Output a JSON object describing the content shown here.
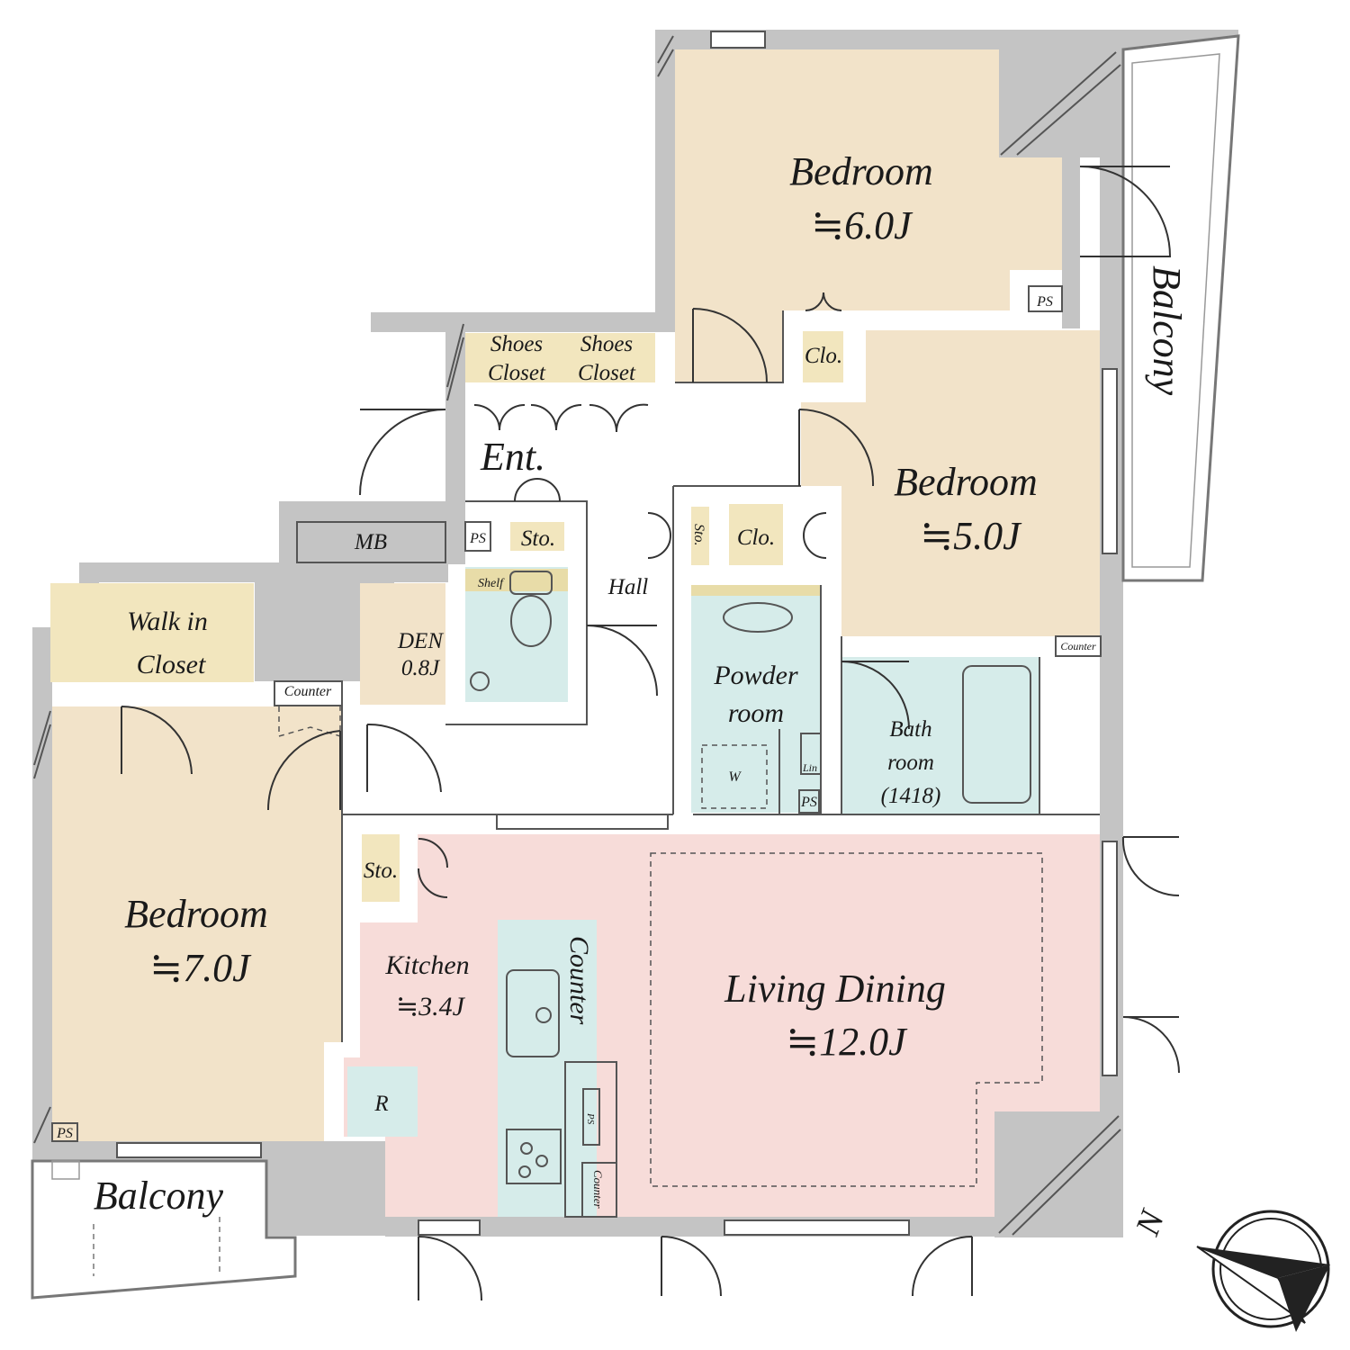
{
  "rooms": {
    "bedroom_ne": {
      "name": "Bedroom",
      "area": "≒6.0J"
    },
    "bedroom_e": {
      "name": "Bedroom",
      "area": "≒5.0J"
    },
    "bedroom_w": {
      "name": "Bedroom",
      "area": "≒7.0J"
    },
    "living": {
      "name": "Living Dining",
      "area": "≒12.0J"
    },
    "kitchen": {
      "name": "Kitchen",
      "area": "≒3.4J"
    },
    "den": {
      "name": "DEN",
      "area": "0.8J"
    },
    "walkin": {
      "line1": "Walk in",
      "line2": "Closet"
    },
    "shoes1": {
      "line1": "Shoes",
      "line2": "Closet"
    },
    "shoes2": {
      "line1": "Shoes",
      "line2": "Closet"
    },
    "entrance": "Ent.",
    "hall": "Hall",
    "mb": "MB",
    "powder": {
      "line1": "Powder",
      "line2": "room"
    },
    "bath": {
      "line1": "Bath",
      "line2": "room",
      "line3": "(1418)"
    },
    "balcony_east": "Balcony",
    "balcony_sw": "Balcony"
  },
  "small_labels": {
    "sto": "Sto.",
    "clo": "Clo.",
    "ps": "PS",
    "counter": "Counter",
    "shelf": "Shelf",
    "lin": "Lin",
    "washer": "W",
    "fridge": "R"
  },
  "compass": {
    "label": "N"
  },
  "colors": {
    "bedroom": "#f2e3c9",
    "living": "#f7dcd9",
    "wet": "#d6ecea",
    "storage": "#f2e6be",
    "wall": "#c4c4c4"
  }
}
